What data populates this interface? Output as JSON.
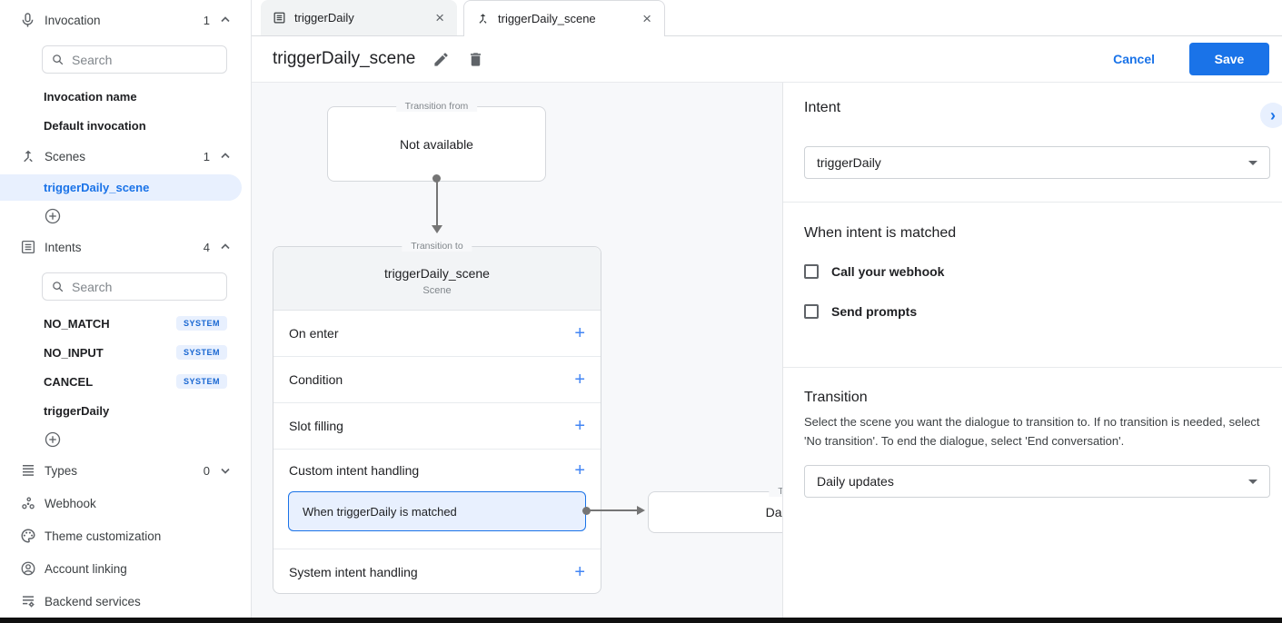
{
  "colors": {
    "accent": "#1a73e8",
    "accent_light": "#e8f0fe",
    "badge_text": "#1967d2",
    "border": "#dadce0",
    "canvas_bg": "#f7f8fa"
  },
  "icons": {
    "plus": "+",
    "close": "×",
    "chevron_right": "›"
  },
  "sidebar": {
    "invocation": {
      "label": "Invocation",
      "count": "1",
      "search_placeholder": "Search",
      "items": [
        "Invocation name",
        "Default invocation"
      ]
    },
    "scenes": {
      "label": "Scenes",
      "count": "1",
      "selected_item": "triggerDaily_scene"
    },
    "intents": {
      "label": "Intents",
      "count": "4",
      "search_placeholder": "Search",
      "items": [
        {
          "name": "NO_MATCH",
          "badge": "SYSTEM"
        },
        {
          "name": "NO_INPUT",
          "badge": "SYSTEM"
        },
        {
          "name": "CANCEL",
          "badge": "SYSTEM"
        },
        {
          "name": "triggerDaily"
        }
      ]
    },
    "types": {
      "label": "Types",
      "count": "0"
    },
    "links": [
      {
        "label": "Webhook"
      },
      {
        "label": "Theme customization"
      },
      {
        "label": "Account linking"
      },
      {
        "label": "Backend services"
      }
    ]
  },
  "tabs": [
    {
      "label": "triggerDaily"
    },
    {
      "label": "triggerDaily_scene"
    }
  ],
  "header": {
    "title": "triggerDaily_scene",
    "cancel_label": "Cancel",
    "save_label": "Save"
  },
  "canvas": {
    "from_box": {
      "legend": "Transition from",
      "text": "Not available"
    },
    "to_box": {
      "legend": "Transition to",
      "title": "triggerDaily_scene",
      "subtitle": "Scene",
      "rows": [
        {
          "label": "On enter"
        },
        {
          "label": "Condition"
        },
        {
          "label": "Slot filling"
        },
        {
          "label": "Custom intent handling"
        },
        {
          "label": "System intent handling"
        }
      ],
      "matched_item": "When triggerDaily is matched"
    },
    "target_box": {
      "legend": "Transition to",
      "title": "Daily updates"
    }
  },
  "panel": {
    "intent": {
      "title": "Intent",
      "value": "triggerDaily"
    },
    "matched": {
      "title": "When intent is matched",
      "checkboxes": [
        {
          "label": "Call your webhook",
          "checked": false
        },
        {
          "label": "Send prompts",
          "checked": false
        }
      ]
    },
    "transition": {
      "title": "Transition",
      "description": "Select the scene you want the dialogue to transition to. If no transition is needed, select 'No transition'. To end the dialogue, select 'End conversation'.",
      "value": "Daily updates"
    }
  }
}
